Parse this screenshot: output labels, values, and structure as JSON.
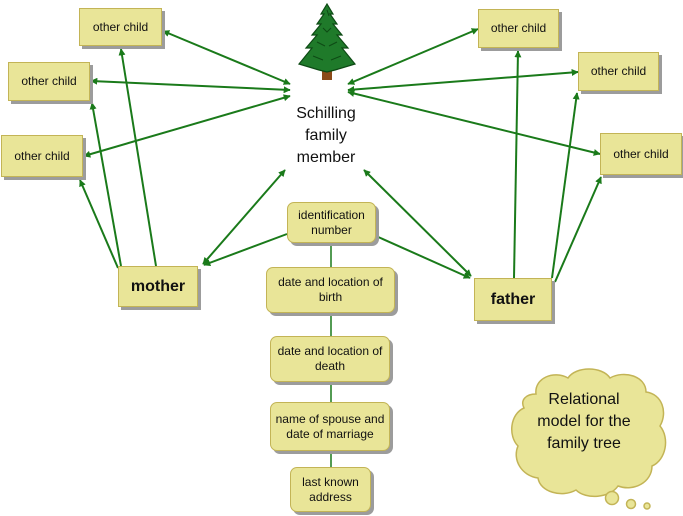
{
  "diagram": {
    "center_node": {
      "label": "Schilling family member",
      "icon": "pine-tree-icon"
    },
    "mother": {
      "label": "mother"
    },
    "father": {
      "label": "father"
    },
    "other_children": {
      "left": [
        "other child",
        "other child",
        "other child"
      ],
      "right": [
        "other child",
        "other child",
        "other child"
      ]
    },
    "attributes": [
      "identification number",
      "date and location of birth",
      "date and location of death",
      "name of spouse and date of marriage",
      "last known address"
    ],
    "callout": {
      "text": "Relational model for the family tree",
      "shape": "thought-cloud"
    },
    "colors": {
      "box_fill": "#e9e598",
      "box_border": "#c3b456",
      "arrow": "#1a7a1a",
      "shadow": "#9c9c9c"
    }
  }
}
